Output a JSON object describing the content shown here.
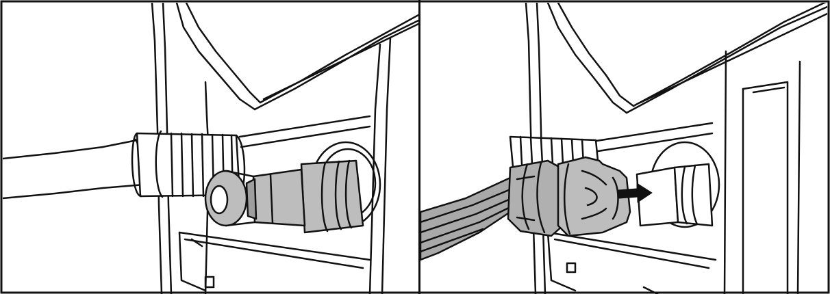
{
  "figure": {
    "panels": [
      {
        "id": "left",
        "subject": "quick-connect-plug-fitting"
      },
      {
        "id": "right",
        "subject": "garden-hose-coupling-attached"
      }
    ],
    "colors": {
      "line": "#111111",
      "fitting_fill": "#bdbdbd",
      "fitting_shadow": "#9e9e9e",
      "hose_fill": "#a9a9a9",
      "background": "#ffffff"
    },
    "arrow": {
      "direction": "right",
      "meaning": "push-connect"
    }
  }
}
